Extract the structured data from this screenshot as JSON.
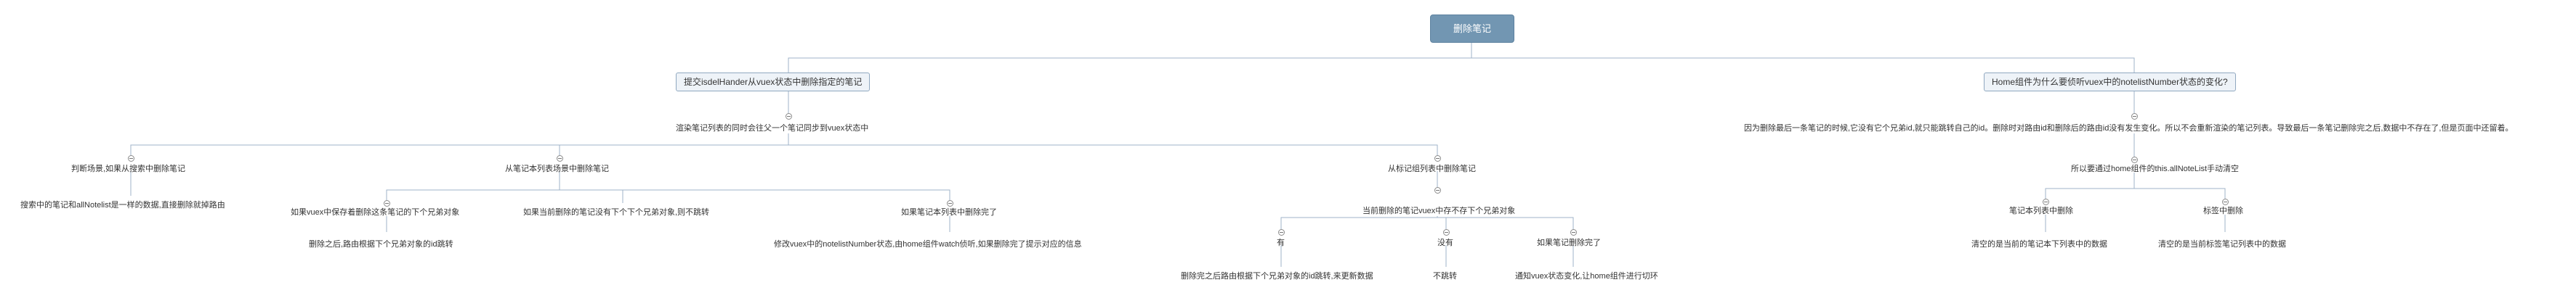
{
  "root": "删除笔记",
  "l1": {
    "left": "提交isdelHander从vuex状态中删除指定的笔记",
    "right": "Home组件为什么要侦听vuex中的notelistNumber状态的变化?"
  },
  "left_branch": {
    "sync": "渲染笔记列表的同时会往父一个笔记同步到vuex状态中",
    "judge": "判断场景,如果从搜索中删除笔记",
    "judge_child": "搜索中的笔记和allNotelist是一样的数据,直接删除就掉路由",
    "from_list": "从笔记本列表场景中删除笔记",
    "list_a": "如果vuex中保存着删除这条笔记的下个兄弟对象",
    "list_a_child": "删除之后,路由根据下个兄弟对象的id跳转",
    "list_b": "如果当前删除的笔记没有下个下个兄弟对象,则不跳转",
    "list_c": "如果笔记本列表中删除完了",
    "list_c_child": "修改vuex中的notelistNumber状态,由home组件watch侦听,如果删除完了提示对应的信息",
    "from_tag": "从标记组列表中删除笔记",
    "tag_cond": "当前删除的笔记vuex中存不存下个兄弟对象",
    "yes": "有",
    "yes_child": "删除完之后路由根据下个兄弟对象的id跳转,来更新数据",
    "no": "没有",
    "no_child": "不跳转",
    "done": "如果笔记删除完了",
    "done_child": "通知vuex状态变化,让home组件进行切环"
  },
  "right_branch": {
    "reason": "因为删除最后一条笔记的时候,它没有它个兄弟id,就只能跳转自己的id。删除时对路由id和删除后的路由id没有发生变化。所以不会重新渲染的笔记列表。导致最后一条笔记删除完之后,数据中不存在了,但是页面中还留着。",
    "fix": "所以要通过home组件的this.allNoteList手动清空",
    "nb": "笔记本列表中删除",
    "nb_child": "清空的是当前的笔记本下列表中的数据",
    "tag": "标签中删除",
    "tag_child": "清空的是当前标签笔记列表中的数据"
  }
}
